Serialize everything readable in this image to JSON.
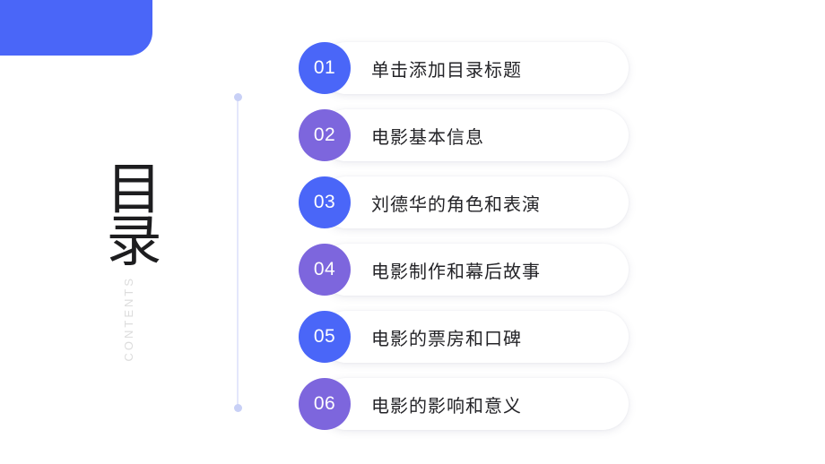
{
  "slide": {
    "title_cn": "目录",
    "title_en": "CONTENTS",
    "accent_blue": "#4a66f8",
    "accent_purple": "#7d66dd",
    "background": "#ffffff",
    "connector_color": "#e4e7fb",
    "connector_dot_color": "#c8d0f6"
  },
  "items": [
    {
      "number": "01",
      "label": "单击添加目录标题",
      "color": "blue"
    },
    {
      "number": "02",
      "label": "电影基本信息",
      "color": "purple"
    },
    {
      "number": "03",
      "label": "刘德华的角色和表演",
      "color": "blue"
    },
    {
      "number": "04",
      "label": "电影制作和幕后故事",
      "color": "purple"
    },
    {
      "number": "05",
      "label": "电影的票房和口碑",
      "color": "blue"
    },
    {
      "number": "06",
      "label": "电影的影响和意义",
      "color": "purple"
    }
  ]
}
